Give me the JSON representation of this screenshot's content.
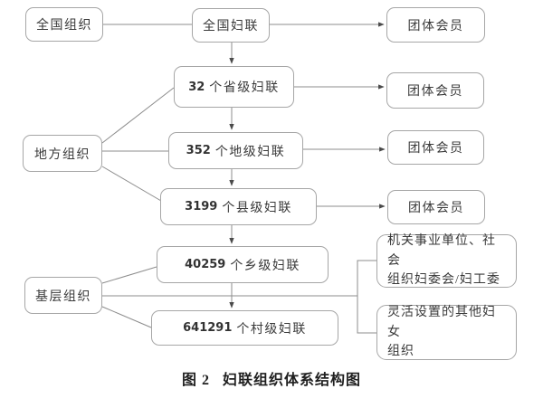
{
  "figure": {
    "caption": {
      "fig_label": "图 2",
      "title": "妇联组织体系结构图"
    },
    "left_labels": [
      {
        "label": "全国组织"
      },
      {
        "label": "地方组织"
      },
      {
        "label": "基层组织"
      }
    ],
    "nodes": {
      "national_federation": {
        "label": "全国妇联"
      },
      "provincial": {
        "num": "32",
        "label": "个省级妇联"
      },
      "prefecture": {
        "num": "352",
        "label": "个地级妇联"
      },
      "county": {
        "num": "3199",
        "label": "个县级妇联"
      },
      "township": {
        "num": "40259",
        "label": "个乡级妇联"
      },
      "village": {
        "num": "641291",
        "label": "个村级妇联"
      },
      "org_committees": {
        "lines": [
          "机关事业单位、社会",
          "组织妇委会/妇工委"
        ]
      },
      "flexible_orgs": {
        "lines": [
          "灵活设置的其他妇女",
          "组织"
        ]
      }
    },
    "group_members": [
      "团体会员",
      "团体会员",
      "团体会员",
      "团体会员"
    ],
    "colors": {
      "box_border": "#a6a6a6",
      "text": "#3a3a3a",
      "connector": "#8c8c8c",
      "arrowhead": "#4a4a4a",
      "background": "#ffffff"
    }
  }
}
